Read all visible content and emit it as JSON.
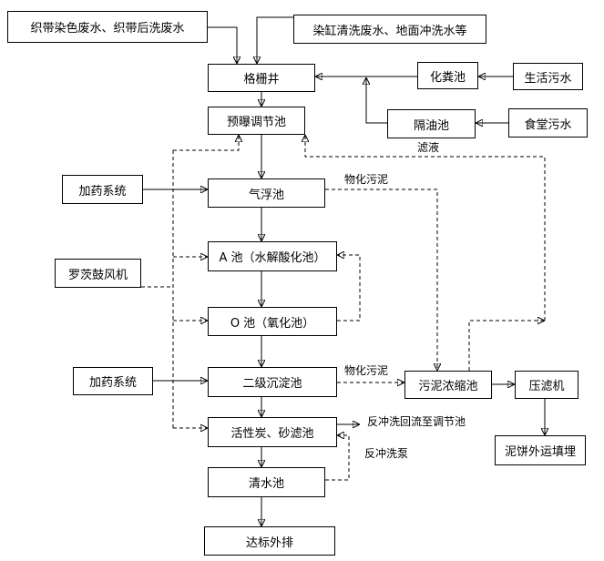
{
  "nodes": {
    "dyeing_wastewater": "织带染色废水、织带后洗废水",
    "cleaning_wastewater": "染缸清洗废水、地面冲洗水等",
    "grille_well": "格栅井",
    "septic_tank": "化粪池",
    "domestic_sewage": "生活污水",
    "pre_aeration_tank": "预曝调节池",
    "grease_trap": "隔油池",
    "canteen_sewage": "食堂污水",
    "dosing_system_1": "加药系统",
    "air_flotation_tank": "气浮池",
    "a_tank": "A 池（水解酸化池）",
    "roots_blower": "罗茨鼓风机",
    "o_tank": "O 池（氧化池）",
    "dosing_system_2": "加药系统",
    "secondary_clarifier": "二级沉淀池",
    "sludge_thickener": "污泥浓缩池",
    "filter_press": "压滤机",
    "carbon_sand_filter": "活性炭、砂滤池",
    "sludge_cake_disposal": "泥饼外运填埋",
    "clear_water_tank": "清水池",
    "discharge": "达标外排"
  },
  "edge_labels": {
    "filtrate": "滤液",
    "sludge_from_flotation": "物化污泥",
    "sludge_from_clarifier": "物化污泥",
    "backwash_return": "反冲洗回流至调节池",
    "backwash_pump": "反冲洗泵"
  }
}
